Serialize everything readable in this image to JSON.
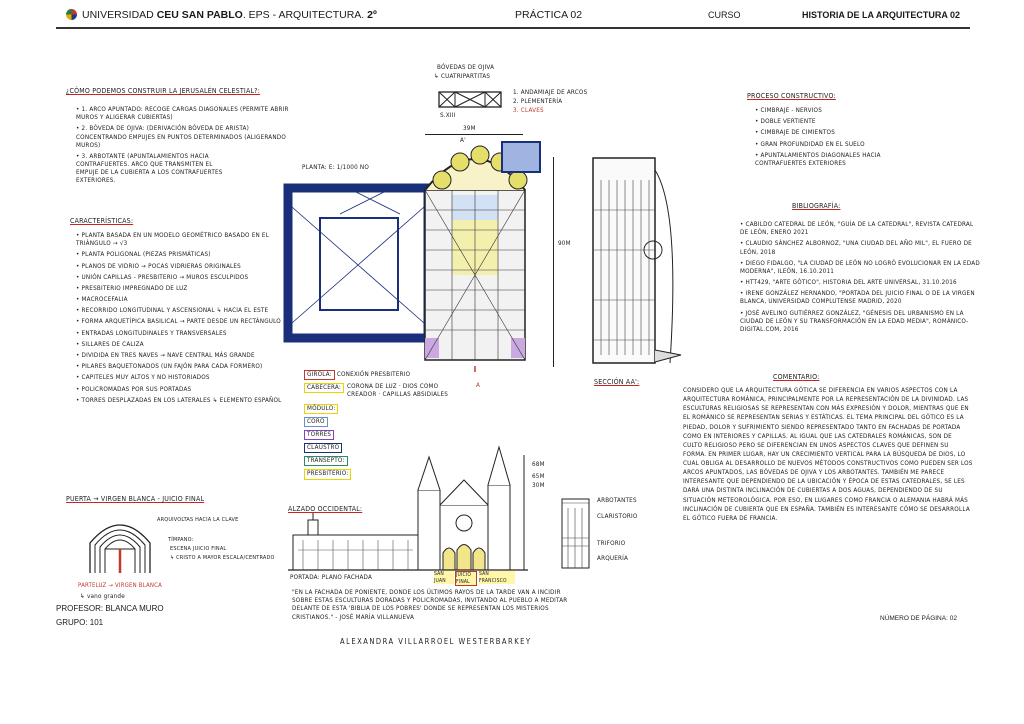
{
  "header": {
    "university_prefix": "UNIVERSIDAD ",
    "university_bold": "CEU SAN PABLO",
    "school": ". EPS - ARQUITECTURA. ",
    "year": "2º",
    "practice": "PRÁCTICA 02",
    "course_label": "CURSO",
    "course": "HISTORIA DE LA ARQUITECTURA 02"
  },
  "question": {
    "title": "¿Cómo podemos construir la Jerusalén Celestial?:",
    "items": [
      "1. Arco apuntado: recoge cargas diagonales (permite abrir muros y aligerar cubiertas)",
      "2. Bóveda de ojiva: (derivación bóveda de arista) concentrando empujes en puntos determinados (aligerando muros)",
      "3. Arbotante (apuntalamientos hacia contrafuertes. Arco que transmiten el empuje de la cubierta a los contrafuertes exteriores."
    ]
  },
  "caracteristicas": {
    "title": "Características:",
    "items": [
      "Planta basada en un modelo geométrico basado en el triángulo → √3",
      "Planta poligonal (piezas prismáticas)",
      "Planos de vidrio → pocas vidrieras originales",
      "Unión capillas - presbiterio → muros esculpidos",
      "Presbiterio impregnado de luz",
      "Macrocefalia",
      "Recorrido longitudinal y ascensional ↳ hacia el este",
      "Forma arquetípica basilical → parte desde un rectángulo",
      "Entradas longitudinales y transversales",
      "Sillares de caliza",
      "Dividida en tres naves → nave central más grande",
      "Pilares baquetonados (un fajón para cada formero)",
      "Capiteles muy altos y no historiados",
      "Policromadas por sus portadas",
      "Torres desplazadas en los laterales ↳ elemento español"
    ]
  },
  "puerta": {
    "title": "Puerta → Virgen Blanca - Juicio Final",
    "arquivoltas": "Arquivoltas hacia la clave",
    "timpano": "Tímpano:",
    "escena": "Escena juicio final",
    "cristo": "↳ Cristo a mayor escala/centrado",
    "parteluz": "Parteluz → Virgen Blanca",
    "vano": "↳ vano grande"
  },
  "footer": {
    "profesor": "PROFESOR: BLANCA MURO",
    "grupo": "GRUPO: 101",
    "author": "ALEXANDRA VILLARROEL WESTERBARKEY",
    "page_number": "NÚMERO DE PÁGINA: 02"
  },
  "planta": {
    "bovedas": "Bóvedas de ojiva",
    "cuatripartitas": "↳ Cuatripartitas",
    "siglo": "S.XIII",
    "legend": [
      "1. Andamiaje de arcos",
      "2. Plementería",
      "3. Claves"
    ],
    "width_dim": "39m",
    "section_mark_top": "A'",
    "section_mark_bottom": "A",
    "label": "PLANTA: E: 1/1000 NO",
    "height_dim": "90m"
  },
  "seccion": {
    "label": "SECCIÓN AA':"
  },
  "legend_tags": {
    "girola": "GIROLA:",
    "girola_text": "Conexión presbiterio",
    "cabecera": "CABECERA:",
    "cabecera_text": "Corona de luz · Dios como creador · Capillas absidiales",
    "items": [
      {
        "label": "MÓDULO:",
        "color": "#e8d600"
      },
      {
        "label": "CORO",
        "color": "#6a8fd0"
      },
      {
        "label": "TORRES",
        "color": "#8a3fc0"
      },
      {
        "label": "CLAUSTRO",
        "color": "#1a2f7a"
      },
      {
        "label": "TRANSEPTO:",
        "color": "#2a8a6a"
      },
      {
        "label": "PRESBITERIO:",
        "color": "#e8d600"
      }
    ]
  },
  "alzado": {
    "label": "ALZADO OCCIDENTAL:",
    "heights": [
      "68m",
      "65m",
      "30m"
    ],
    "portada": "PORTADA: PLANO FACHADA",
    "portals": [
      "SAN JUAN",
      "JUICIO FINAL",
      "SAN FRANCISCO"
    ],
    "bay_labels": [
      "ARBOTANTES",
      "CLARISTORIO",
      "TRIFORIO",
      "ARQUERÍA"
    ]
  },
  "quote": "\"En la fachada de poniente, donde los últimos rayos de la tarde van a incidir sobre estas esculturas doradas y policromadas, invitando al pueblo a meditar delante de esta 'Biblia de los pobres' donde se representan los misterios cristianos.\" - José María Villanueva",
  "proceso": {
    "title": "Proceso constructivo:",
    "items": [
      "Cimbraje - nervios",
      "Doble vertiente",
      "Cimbraje de cimientos",
      "Gran profundidad en el suelo",
      "Apuntalamientos diagonales hacia contrafuertes exteriores"
    ]
  },
  "bibliografia": {
    "title": "Bibliografía:",
    "items": [
      "Cabildo Catedral de León, \"Guía de la catedral\", Revista Catedral de León, enero 2021",
      "Claudio Sánchez Albornoz, \"Una ciudad del año mil\", El Fuero de León, 2018",
      "Diego Fidalgo, \"La ciudad de León no logró evolucionar en la Edad Moderna\", ileón, 16.10.2011",
      "HTT429, \"Arte gótico\", Historia del arte universal, 31.10.2016",
      "Irene González Hernando, \"Portada del Juicio Final o de la Virgen Blanca, Universidad Complutense Madrid, 2020",
      "José Avelino Gutiérrez González, \"Génesis del urbanismo en la ciudad de León y su transformación en la Edad Media\", Románico-digital.com, 2016"
    ]
  },
  "comentario": {
    "title": "Comentario:",
    "text": "Considero que la arquitectura gótica se diferencia en varios aspectos con la arquitectura románica, principalmente por la representación de la divinidad. Las esculturas religiosas se representan con más expresión y dolor, mientras que en el románico se representan serias y estáticas. El tema principal del gótico es la piedad, dolor y sufrimiento siendo representado tanto en fachadas de portada como en interiores y capillas. Al igual que las catedrales románicas, son de culto religioso pero se diferencian en unos aspectos claves que definen su forma. En primer lugar, hay un crecimiento vertical para la búsqueda de Dios, lo cual obliga al desarrollo de nuevos métodos constructivos como pueden ser los arcos apuntados, las bóvedas de ojiva y los arbotantes. También me parece interesante que dependiendo de la ubicación y época de estas catedrales, se les dará una distinta inclinación de cubiertas a dos aguas, dependiendo de su situación meteorológica. Por eso, en lugares como Francia o Alemania habrá más inclinación de cubierta que en España. También es interesante cómo se desarrolla el gótico fuera de Francia."
  }
}
